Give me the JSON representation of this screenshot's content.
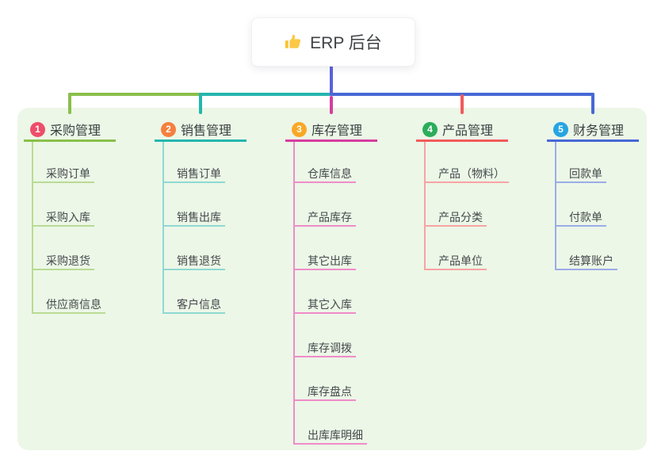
{
  "root": {
    "title": "ERP 后台",
    "icon": "thumbs-up-icon",
    "line_color": "#5a62d9"
  },
  "panel_color": "#ecf7e7",
  "branches": [
    {
      "badge": "1",
      "label": "采购管理",
      "badge_color": "#ee4e6a",
      "color": "#8abf4a",
      "light_color": "#b9db94",
      "children": [
        "采购订单",
        "采购入库",
        "采购退货",
        "供应商信息"
      ]
    },
    {
      "badge": "2",
      "label": "销售管理",
      "badge_color": "#f5803f",
      "color": "#24b6ae",
      "light_color": "#8fd8d2",
      "children": [
        "销售订单",
        "销售出库",
        "销售退货",
        "客户信息"
      ]
    },
    {
      "badge": "3",
      "label": "库存管理",
      "badge_color": "#f9a826",
      "color": "#d63d9f",
      "light_color": "#ef8cc9",
      "children": [
        "仓库信息",
        "产品库存",
        "其它出库",
        "其它入库",
        "库存调拨",
        "库存盘点",
        "出库库明细"
      ]
    },
    {
      "badge": "4",
      "label": "产品管理",
      "badge_color": "#2bad5b",
      "color": "#f15b5b",
      "light_color": "#f8a3a3",
      "children": [
        "产品（物料）",
        "产品分类",
        "产品单位"
      ]
    },
    {
      "badge": "5",
      "label": "财务管理",
      "badge_color": "#26a5e2",
      "color": "#4768d5",
      "light_color": "#9aace8",
      "children": [
        "回款单",
        "付款单",
        "结算账户"
      ]
    }
  ]
}
